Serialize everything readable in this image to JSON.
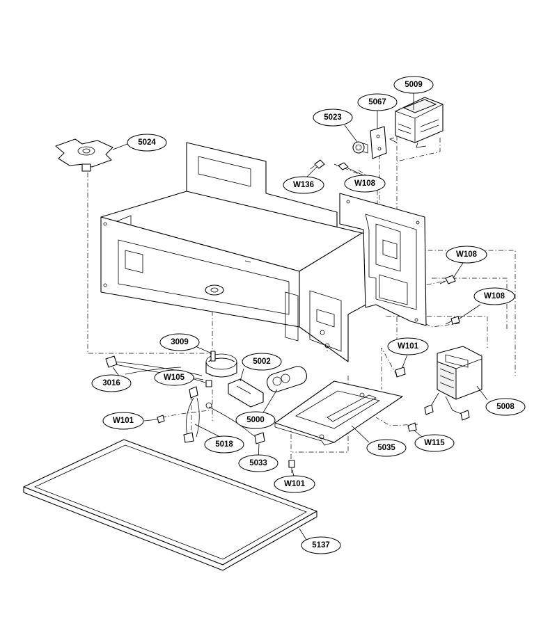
{
  "callouts": {
    "c5009": "5009",
    "c5067": "5067",
    "c5023": "5023",
    "c5024": "5024",
    "cW136": "W136",
    "cW108a": "W108",
    "cW108b": "W108",
    "cW108c": "W108",
    "c3009": "3009",
    "cW101a": "W101",
    "c5002": "5002",
    "c3016": "3016",
    "cW105": "W105",
    "c5008": "5008",
    "cW101b": "W101",
    "c5000": "5000",
    "c5018": "5018",
    "c5035": "5035",
    "cW115": "W115",
    "c5033": "5033",
    "cW101c": "W101",
    "c5137": "5137"
  }
}
